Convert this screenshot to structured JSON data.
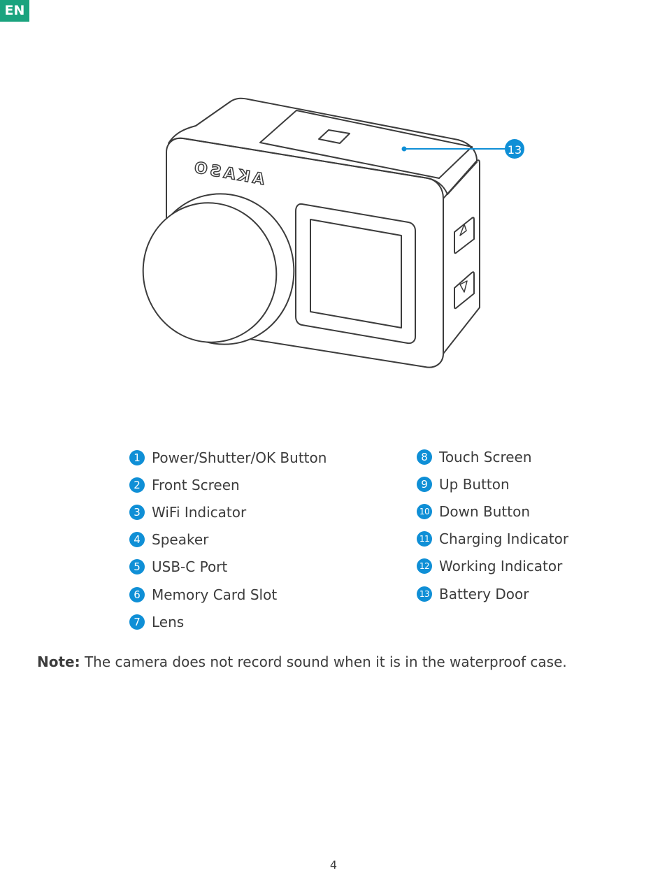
{
  "language_tab": "EN",
  "figure": {
    "brand_logo_text": "AKASO",
    "callout_number": "13",
    "callout_color": "#0f8fd6",
    "line_color": "#3c3c3c"
  },
  "legend": {
    "left": [
      {
        "num": "1",
        "label": "Power/Shutter/OK Button"
      },
      {
        "num": "2",
        "label": "Front Screen"
      },
      {
        "num": "3",
        "label": "WiFi Indicator"
      },
      {
        "num": "4",
        "label": "Speaker"
      },
      {
        "num": "5",
        "label": "USB-C Port"
      },
      {
        "num": "6",
        "label": "Memory Card Slot"
      },
      {
        "num": "7",
        "label": "Lens"
      }
    ],
    "right": [
      {
        "num": "8",
        "label": "Touch Screen"
      },
      {
        "num": "9",
        "label": "Up Button"
      },
      {
        "num": "10",
        "label": "Down Button"
      },
      {
        "num": "11",
        "label": "Charging Indicator"
      },
      {
        "num": "12",
        "label": "Working Indicator"
      },
      {
        "num": "13",
        "label": "Battery Door"
      }
    ]
  },
  "note": {
    "prefix": "Note:",
    "text": "The camera does not record sound when it is in the waterproof case."
  },
  "page_number": "4",
  "colors": {
    "accent_green": "#1aa37e",
    "badge_blue": "#0f8fd6",
    "text": "#3c3c3c"
  }
}
